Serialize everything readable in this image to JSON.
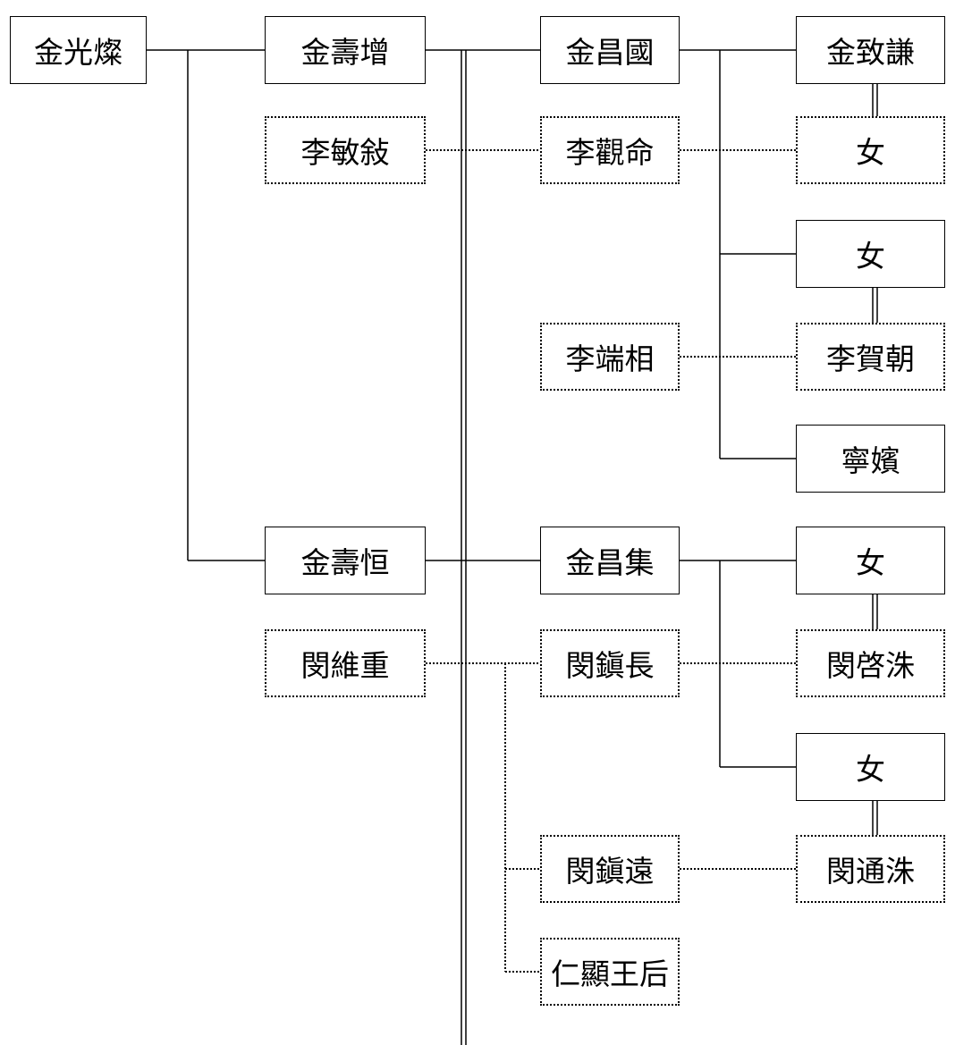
{
  "diagram": {
    "generation_1": {
      "kim_gwangchan": "金光燦"
    },
    "generation_2": {
      "kim_suzeng": "金壽增",
      "lee_minseo": "李敏敍",
      "kim_suhang": "金壽恒",
      "min_yujung": "閔維重"
    },
    "generation_3": {
      "kim_changguk": "金昌國",
      "lee_gwanmyeong": "李觀命",
      "lee_dansang": "李端相",
      "kim_changjip": "金昌集",
      "min_jinjang": "閔鎭長",
      "min_jinwon": "閔鎭遠",
      "queen_inhyeon": "仁顯王后"
    },
    "generation_4": {
      "kim_chigyeom": "金致謙",
      "daughter_1": "女",
      "daughter_2": "女",
      "lee_hajo": "李賀朝",
      "ninbin": "寧嬪",
      "daughter_3": "女",
      "min_gyesu": "閔啓洙",
      "daughter_4": "女",
      "min_tongsu": "閔通洙"
    }
  }
}
